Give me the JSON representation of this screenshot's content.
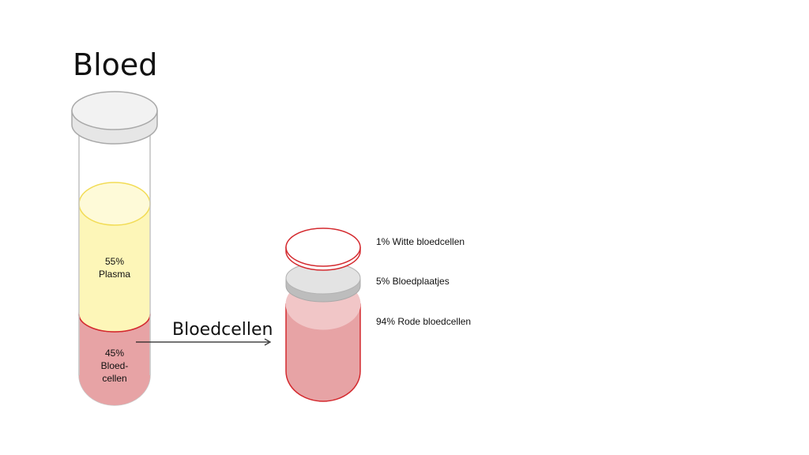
{
  "title": "Bloed",
  "tube": {
    "plasma": {
      "percent": "55%",
      "label": "Plasma",
      "fraction": 0.55
    },
    "cells": {
      "percent": "45%",
      "label_line1": "Bloed-",
      "label_line2": "cellen",
      "fraction": 0.45
    }
  },
  "arrow_label": "Bloedcellen",
  "components": [
    {
      "label": "1% Witte bloedcellen",
      "fraction": 0.01
    },
    {
      "label": "5% Bloedplaatjes",
      "fraction": 0.05
    },
    {
      "label": "94% Rode bloedcellen",
      "fraction": 0.94
    }
  ],
  "colors": {
    "plasma_fill": "#fdf6b8",
    "plasma_top": "#fefad8",
    "plasma_stroke": "#f2dc55",
    "cells_fill": "#e7a3a5",
    "cells_top": "#f1c6c7",
    "cells_stroke": "#d42a2f",
    "glass_stroke": "#c9c9c9",
    "cap_fill": "#f0f0f0",
    "platelet_fill": "#d9d9d9",
    "white_cell_fill": "#ffffff"
  }
}
